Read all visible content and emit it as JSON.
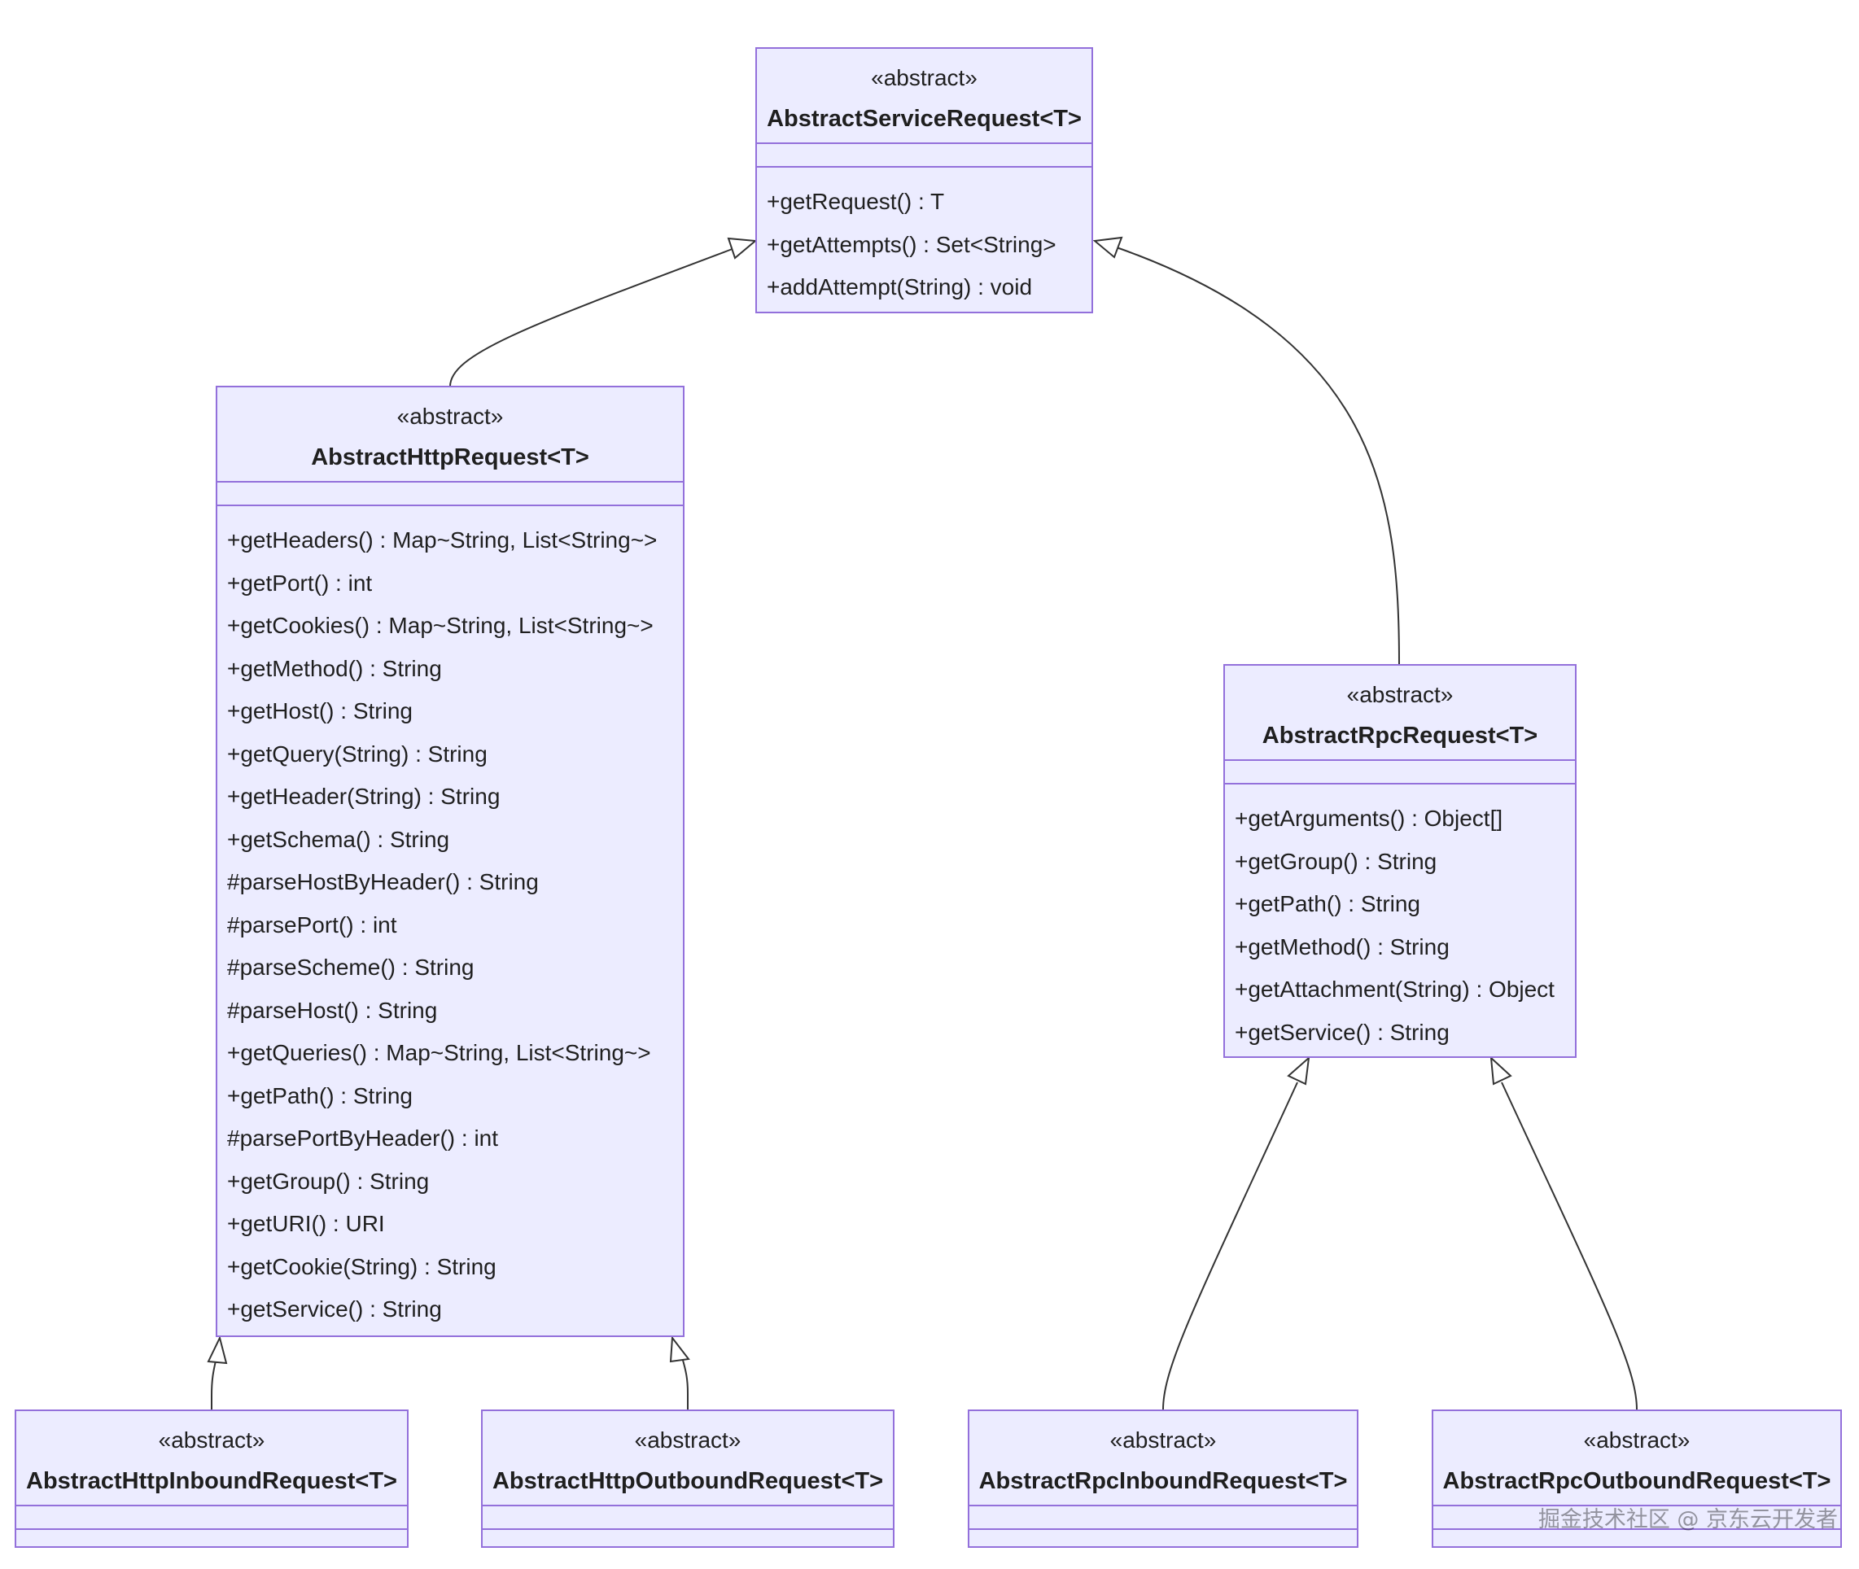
{
  "classes": [
    {
      "id": "service",
      "stereotype": "«abstract»",
      "name": "AbstractServiceRequest<T>",
      "methods": [
        "+getRequest() : T",
        "+getAttempts() : Set<String>",
        "+addAttempt(String) : void"
      ]
    },
    {
      "id": "http",
      "stereotype": "«abstract»",
      "name": "AbstractHttpRequest<T>",
      "methods": [
        "+getHeaders() : Map~String, List<String~>",
        "+getPort() : int",
        "+getCookies() : Map~String, List<String~>",
        "+getMethod() : String",
        "+getHost() : String",
        "+getQuery(String) : String",
        "+getHeader(String) : String",
        "+getSchema() : String",
        "#parseHostByHeader() : String",
        "#parsePort() : int",
        "#parseScheme() : String",
        "#parseHost() : String",
        "+getQueries() : Map~String, List<String~>",
        "+getPath() : String",
        "#parsePortByHeader() : int",
        "+getGroup() : String",
        "+getURI() : URI",
        "+getCookie(String) : String",
        "+getService() : String"
      ]
    },
    {
      "id": "rpc",
      "stereotype": "«abstract»",
      "name": "AbstractRpcRequest<T>",
      "methods": [
        "+getArguments() : Object[]",
        "+getGroup() : String",
        "+getPath() : String",
        "+getMethod() : String",
        "+getAttachment(String) : Object",
        "+getService() : String"
      ]
    },
    {
      "id": "httpIn",
      "stereotype": "«abstract»",
      "name": "AbstractHttpInboundRequest<T>",
      "methods": []
    },
    {
      "id": "httpOut",
      "stereotype": "«abstract»",
      "name": "AbstractHttpOutboundRequest<T>",
      "methods": []
    },
    {
      "id": "rpcIn",
      "stereotype": "«abstract»",
      "name": "AbstractRpcInboundRequest<T>",
      "methods": []
    },
    {
      "id": "rpcOut",
      "stereotype": "«abstract»",
      "name": "AbstractRpcOutboundRequest<T>",
      "methods": []
    }
  ],
  "relations": [
    {
      "from": "http",
      "to": "service",
      "type": "inheritance"
    },
    {
      "from": "rpc",
      "to": "service",
      "type": "inheritance"
    },
    {
      "from": "httpIn",
      "to": "http",
      "type": "inheritance"
    },
    {
      "from": "httpOut",
      "to": "http",
      "type": "inheritance"
    },
    {
      "from": "rpcIn",
      "to": "rpc",
      "type": "inheritance"
    },
    {
      "from": "rpcOut",
      "to": "rpc",
      "type": "inheritance"
    }
  ],
  "watermark": "掘金技术社区 @ 京东云开发者",
  "colors": {
    "node_fill": "#ececff",
    "node_border": "#9370db",
    "edge": "#333333",
    "text": "#1f1f1f"
  }
}
